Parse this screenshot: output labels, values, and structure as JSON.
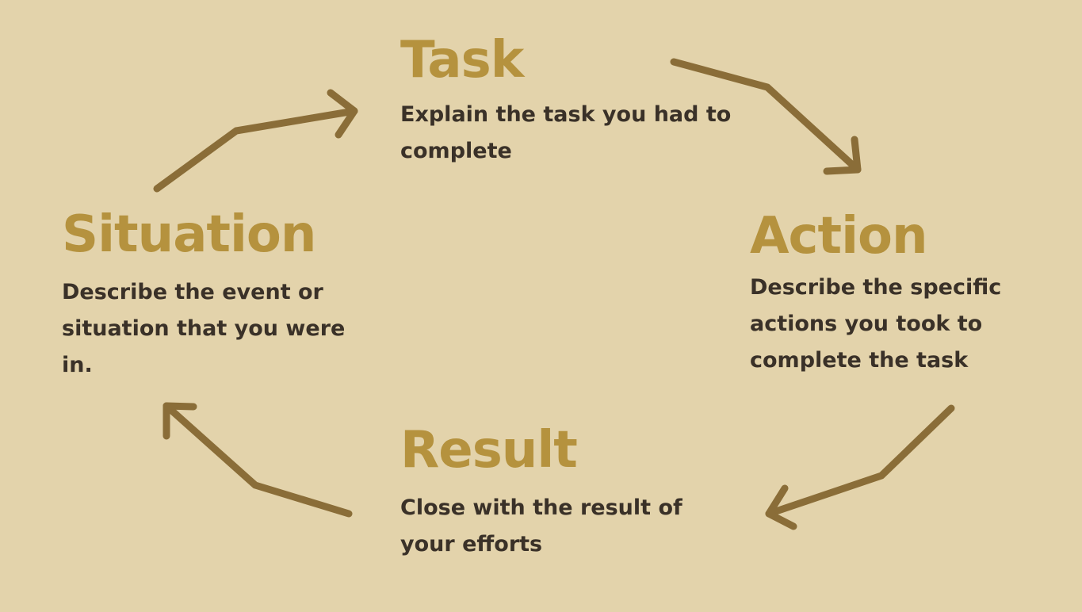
{
  "steps": {
    "task": {
      "heading": "Task",
      "description": "Explain the task you had to complete"
    },
    "situation": {
      "heading": "Situation",
      "description": "Describe the event or situation that you were in."
    },
    "action": {
      "heading": "Action",
      "description": "Describe the specific actions you took to complete the task"
    },
    "result": {
      "heading": "Result",
      "description": "Close with the result of your efforts"
    }
  },
  "colors": {
    "background": "#e3d3ab",
    "heading": "#b5923e",
    "text": "#3a3128",
    "arrow": "#8a6d38"
  }
}
